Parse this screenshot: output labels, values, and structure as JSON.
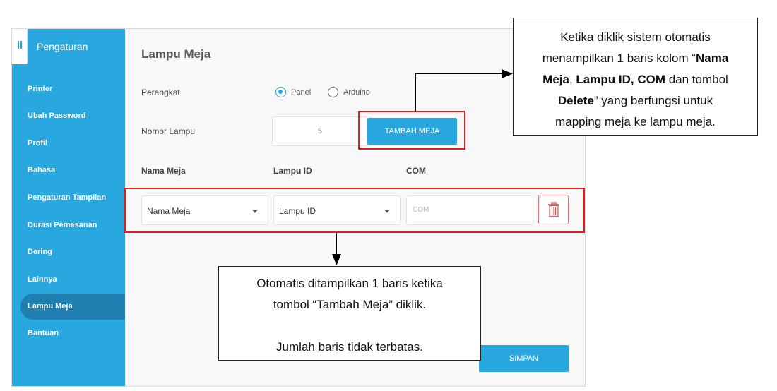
{
  "sidebar": {
    "title": "Pengaturan",
    "items": [
      {
        "label": "Printer",
        "active": false
      },
      {
        "label": "Ubah Password",
        "active": false
      },
      {
        "label": "Profil",
        "active": false
      },
      {
        "label": "Bahasa",
        "active": false
      },
      {
        "label": "Pengaturan Tampilan",
        "active": false
      },
      {
        "label": "Durasi Pemesanan",
        "active": false
      },
      {
        "label": "Dering",
        "active": false
      },
      {
        "label": "Lainnya",
        "active": false
      },
      {
        "label": "Lampu Meja",
        "active": true
      },
      {
        "label": "Bantuan",
        "active": false
      }
    ]
  },
  "main": {
    "title": "Lampu Meja",
    "device_label": "Perangkat",
    "device_options": [
      {
        "label": "Panel",
        "selected": true
      },
      {
        "label": "Arduino",
        "selected": false
      }
    ],
    "lamp_number_label": "Nomor Lampu",
    "lamp_number_value": "5",
    "add_button_label": "TAMBAH MEJA",
    "columns": [
      "Nama Meja",
      "Lampu ID",
      "COM"
    ],
    "row": {
      "table_name_select": "Nama Meja",
      "lamp_id_select": "Lampu ID",
      "com_placeholder": "COM"
    },
    "save_button_label": "SIMPAN"
  },
  "annotations": {
    "note1": {
      "line1": "Ketika diklik sistem otomatis",
      "line2_a": "menampilkan 1 baris kolom “",
      "line2_b": "Nama",
      "line3_a": "Meja",
      "line3_b": ", ",
      "line3_c": "Lampu ID, COM",
      "line3_d": " dan tombol",
      "line4_a": "Delete",
      "line4_b": "” yang berfungsi untuk",
      "line5": "mapping meja ke lampu meja."
    },
    "note2": {
      "line1": "Otomatis ditampilkan 1 baris ketika",
      "line2": "tombol “Tambah Meja” diklik.",
      "line3": "Jumlah baris tidak terbatas."
    }
  },
  "colors": {
    "accent": "#29a8e0",
    "sidebar_active": "#1f7fb0",
    "highlight": "#e02020",
    "delete": "#e07676"
  }
}
